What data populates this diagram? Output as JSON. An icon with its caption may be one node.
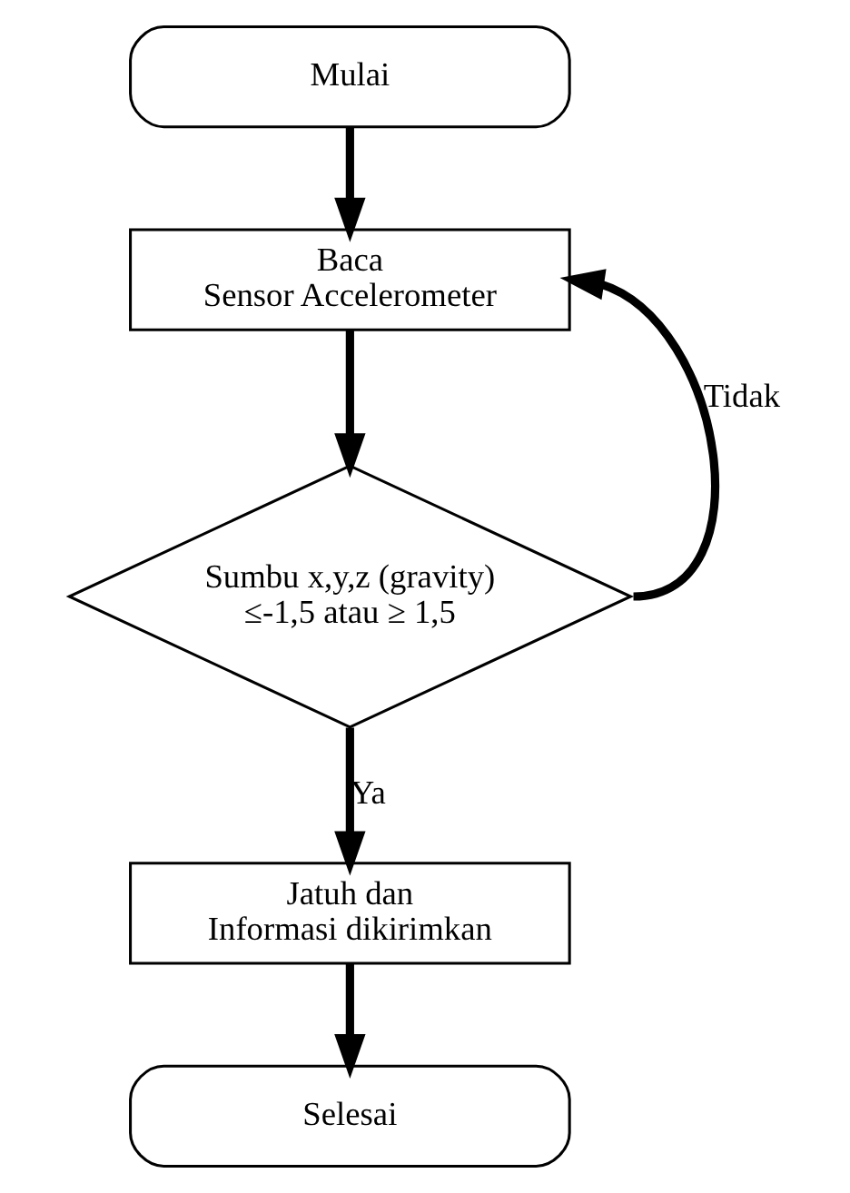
{
  "diagram": {
    "nodes": [
      {
        "text": [
          "Mulai"
        ]
      },
      {
        "text": [
          "Baca Sensor Accelerometer"
        ]
      },
      {
        "text": [
          "Sumbu x,y,z (gravity) ≤-1,5 atau ≥ 1,5"
        ]
      },
      {
        "text": [
          "Jatuh dan Informasi dikirimkan"
        ]
      },
      {
        "text": [
          "Selesai"
        ]
      }
    ],
    "edges": [
      {
        "from": 0,
        "to": 1,
        "arrow": "to"
      },
      {
        "from": 1,
        "to": 2,
        "arrow": "to"
      },
      {
        "from": 2,
        "to": 3,
        "arrow": "to",
        "label": "Ya"
      },
      {
        "from": 3,
        "to": 4,
        "arrow": "to"
      },
      {
        "from": 2,
        "to": 1,
        "arrow": "to",
        "label": "Tidak"
      }
    ]
  }
}
